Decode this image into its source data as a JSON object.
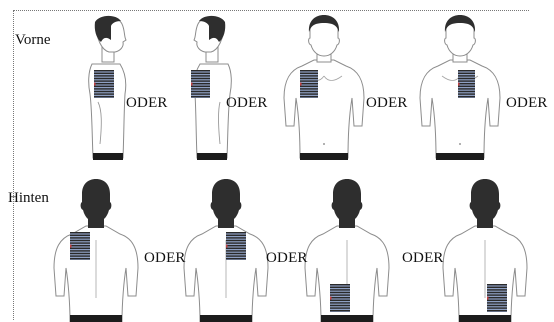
{
  "sections": {
    "front": {
      "label": "Vorne"
    },
    "back": {
      "label": "Hinten"
    }
  },
  "connector": "ODER",
  "front_figures": [
    {
      "view": "side profile",
      "pad": "lateral chest"
    },
    {
      "view": "side profile",
      "pad": "lateral chest"
    },
    {
      "view": "front",
      "pad": "left chest"
    },
    {
      "view": "front",
      "pad": "right chest"
    }
  ],
  "back_figures": [
    {
      "view": "back",
      "pad": "upper left back"
    },
    {
      "view": "back",
      "pad": "upper right back"
    },
    {
      "view": "back",
      "pad": "lower left back"
    },
    {
      "view": "back",
      "pad": "lower right back"
    }
  ],
  "colors": {
    "outline": "#8c8c8c",
    "head_back": "#2e2e2e",
    "belt": "#1c1c1c",
    "pad_stripe_dark": "#2a2a2a",
    "pad_stripe_light": "#8ea0c4",
    "pad_accent": "#c24040"
  }
}
